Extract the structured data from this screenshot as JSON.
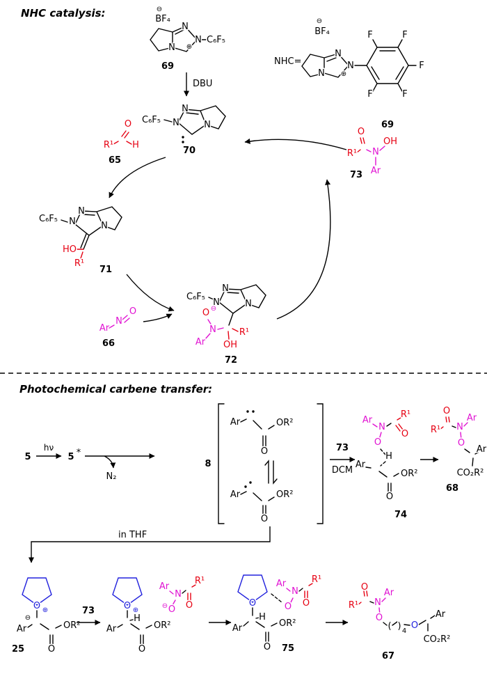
{
  "titles": {
    "nhc": "NHC catalysis:",
    "photo": "Photochemical carbene transfer:"
  },
  "atoms": {
    "N": "N",
    "O": "O",
    "H": "H",
    "F": "F",
    "Ar": "Ar",
    "R1": "R¹",
    "OR2": "OR²",
    "HO": "HO",
    "OH": "OH",
    "C6F5": "C₆F₅",
    "BF4": "BF₄",
    "CO2R2": "CO₂R²",
    "N2": "N₂",
    "NHCeq": "NHC="
  },
  "charges": {
    "plus": "⊕",
    "minus": "⊖"
  },
  "compounds": {
    "n5": "5",
    "n5s": "5",
    "star": "*",
    "n8": "8",
    "n25": "25",
    "n65": "65",
    "n66": "66",
    "n67": "67",
    "n68": "68",
    "n69a": "69",
    "n69b": "69",
    "n70": "70",
    "n71": "71",
    "n72": "72",
    "n73": "73",
    "n73dcm": "73",
    "n73thf": "73",
    "n74": "74",
    "n75": "75"
  },
  "reagents": {
    "dbu": "DBU",
    "hv": "hν",
    "dcm": "DCM",
    "thf": "in THF"
  },
  "chain": {
    "open": "(",
    "close": ")",
    "sub": "4"
  },
  "colors": {
    "red": "#e60012",
    "magenta": "#e012d2",
    "blue": "#2222dd",
    "black": "#000000"
  }
}
